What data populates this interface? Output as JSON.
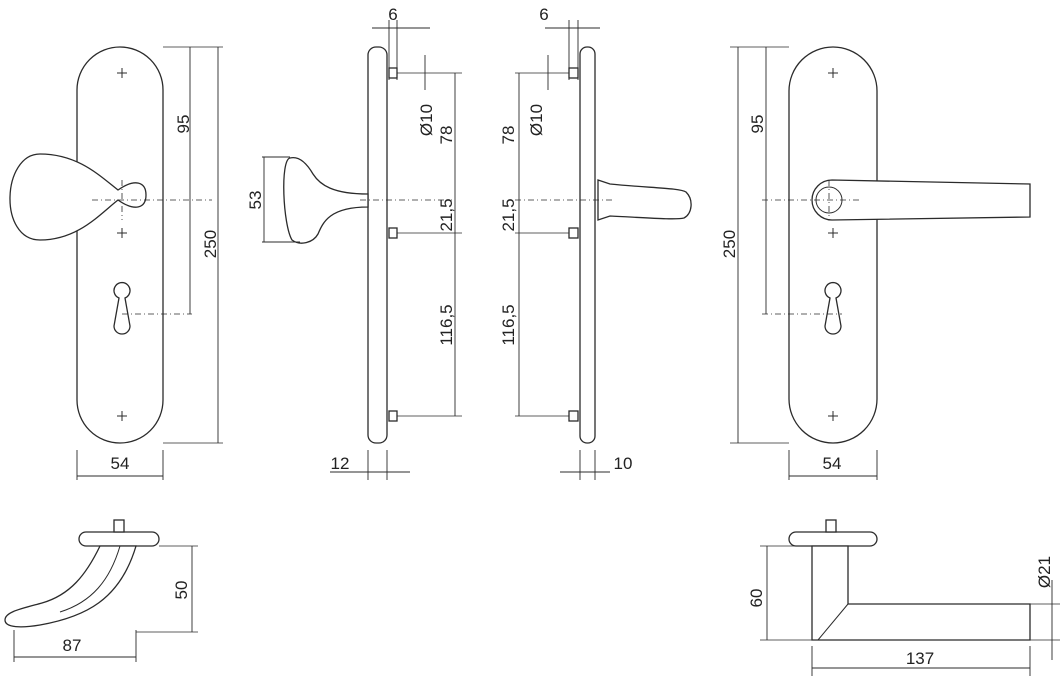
{
  "dimensions": {
    "knob_plate_width": "54",
    "knob_plate_height": "250",
    "knob_plate_spindle": "95",
    "knob_projection": "53",
    "knob_plate_thickness": "12",
    "top_hole_offset_left": "6",
    "top_hole_offset_right": "6",
    "hole_diameter_left": "Ø10",
    "hole_diameter_right": "Ø10",
    "spacing_top_left": "78",
    "spacing_top_right": "78",
    "spacing_mid_left": "21,5",
    "spacing_mid_right": "21,5",
    "spacing_bottom_left": "116,5",
    "spacing_bottom_right": "116,5",
    "lever_plate_thickness": "10",
    "lever_plate_width": "54",
    "lever_plate_height": "250",
    "lever_plate_spindle": "95",
    "knob_height": "50",
    "knob_length": "87",
    "lever_height": "60",
    "lever_diameter": "Ø21",
    "lever_length": "137"
  }
}
